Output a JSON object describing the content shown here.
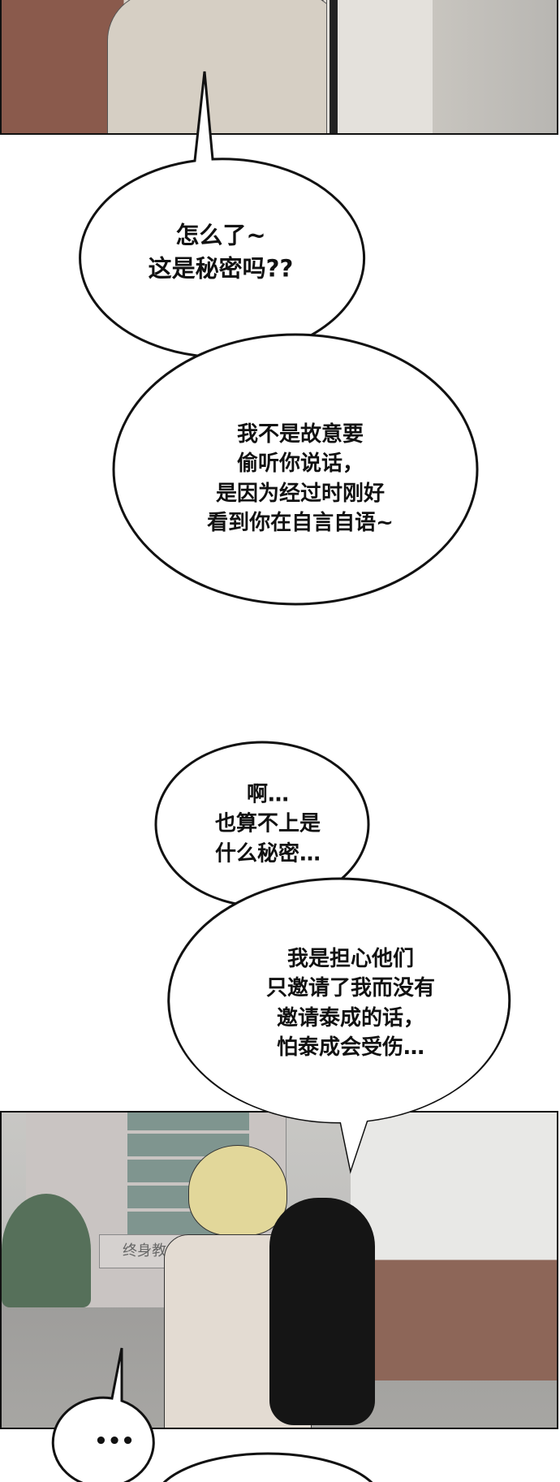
{
  "bubbles": [
    {
      "lines": [
        "怎么了~",
        "这是秘密吗??"
      ]
    },
    {
      "lines": [
        "我不是故意要",
        "偷听你说话，",
        "是因为经过时刚好",
        "看到你在自言自语~"
      ]
    },
    {
      "lines": [
        "啊…",
        "也算不上是",
        "什么秘密…"
      ]
    },
    {
      "lines": [
        "我是担心他们",
        "只邀请了我而没有",
        "邀请泰成的话，",
        "怕泰成会受伤…"
      ]
    },
    {
      "lines": [
        "•••"
      ]
    }
  ],
  "panel2": {
    "sign_text": "终身教"
  }
}
